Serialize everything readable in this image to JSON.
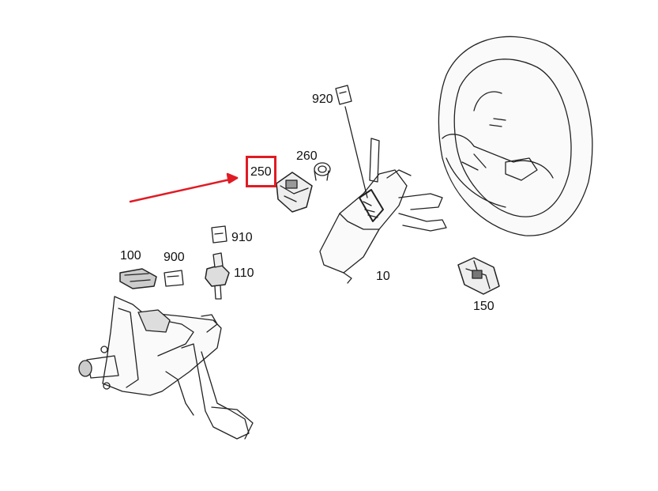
{
  "diagram": {
    "highlight_color": "#e01b24",
    "line_color": "#222222",
    "highlighted_part": "250",
    "labels": {
      "p250": "250",
      "p260": "260",
      "p920": "920",
      "p910": "910",
      "p110": "110",
      "p100": "100",
      "p900": "900",
      "p10": "10",
      "p150": "150"
    }
  }
}
